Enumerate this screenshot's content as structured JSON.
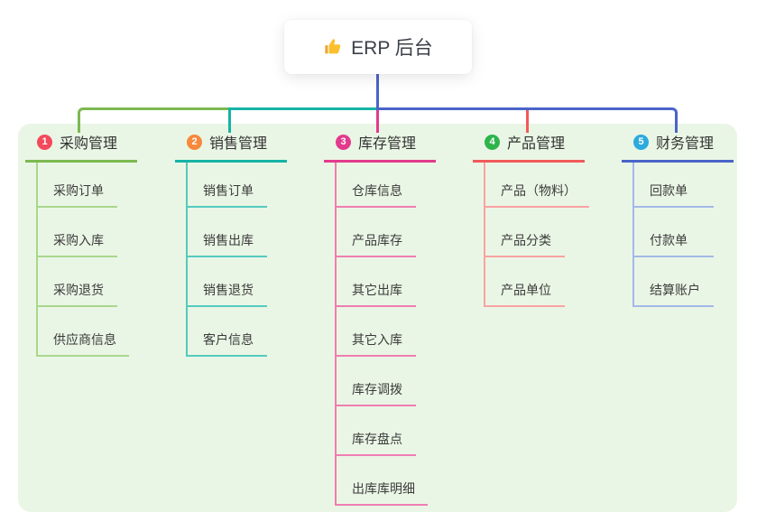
{
  "root": {
    "title": "ERP 后台",
    "icon": "thumbs-up-icon"
  },
  "branches": [
    {
      "badge": "1",
      "label": "采购管理",
      "badge_color": "#f4495c",
      "line_color": "#7cb950",
      "child_line_color": "#a9d78d",
      "children": [
        "采购订单",
        "采购入库",
        "采购退货",
        "供应商信息"
      ]
    },
    {
      "badge": "2",
      "label": "销售管理",
      "badge_color": "#f7883c",
      "line_color": "#16b3a6",
      "child_line_color": "#55cabf",
      "children": [
        "销售订单",
        "销售出库",
        "销售退货",
        "客户信息"
      ]
    },
    {
      "badge": "3",
      "label": "库存管理",
      "badge_color": "#e23a8d",
      "line_color": "#e23a8d",
      "child_line_color": "#ef7db2",
      "children": [
        "仓库信息",
        "产品库存",
        "其它出库",
        "其它入库",
        "库存调拨",
        "库存盘点",
        "出库库明细"
      ]
    },
    {
      "badge": "4",
      "label": "产品管理",
      "badge_color": "#2eb44c",
      "line_color": "#f15a5a",
      "child_line_color": "#f9a2a2",
      "children": [
        "产品（物料）",
        "产品分类",
        "产品单位"
      ]
    },
    {
      "badge": "5",
      "label": "财务管理",
      "badge_color": "#2caadd",
      "line_color": "#4a64c8",
      "child_line_color": "#a3b9e8",
      "children": [
        "回款单",
        "付款单",
        "结算账户"
      ]
    }
  ],
  "canvas": {
    "panel_background": "#eaf6e5",
    "root_connector_color": "#4a64c8",
    "text_color": "#333333"
  }
}
